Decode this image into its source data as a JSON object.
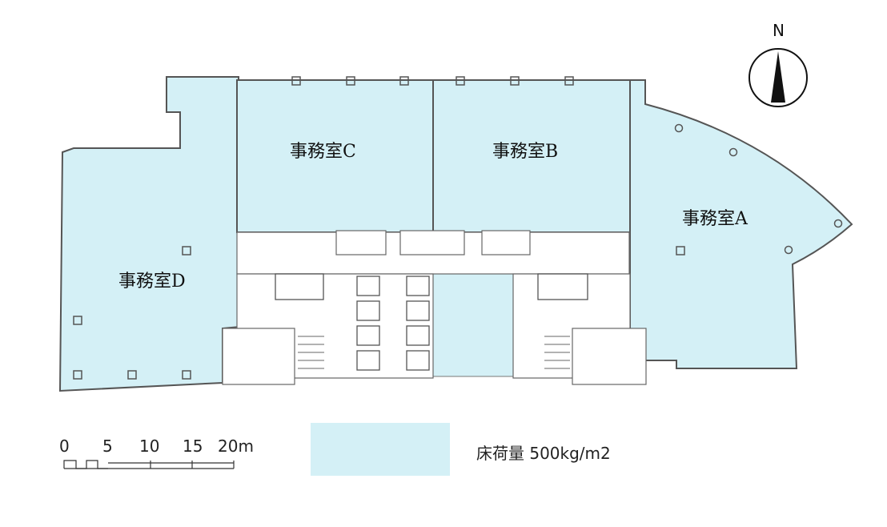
{
  "rooms": {
    "a": "事務室A",
    "b": "事務室B",
    "c": "事務室C",
    "d": "事務室D"
  },
  "compass": {
    "north": "N"
  },
  "scale": {
    "ticks": [
      "0",
      "5",
      "10",
      "15",
      "20m"
    ]
  },
  "legend": {
    "label": "床荷量 500kg/m2",
    "color": "#d4f0f6"
  },
  "colors": {
    "office_fill": "#d4f0f6",
    "wall": "#555555"
  }
}
